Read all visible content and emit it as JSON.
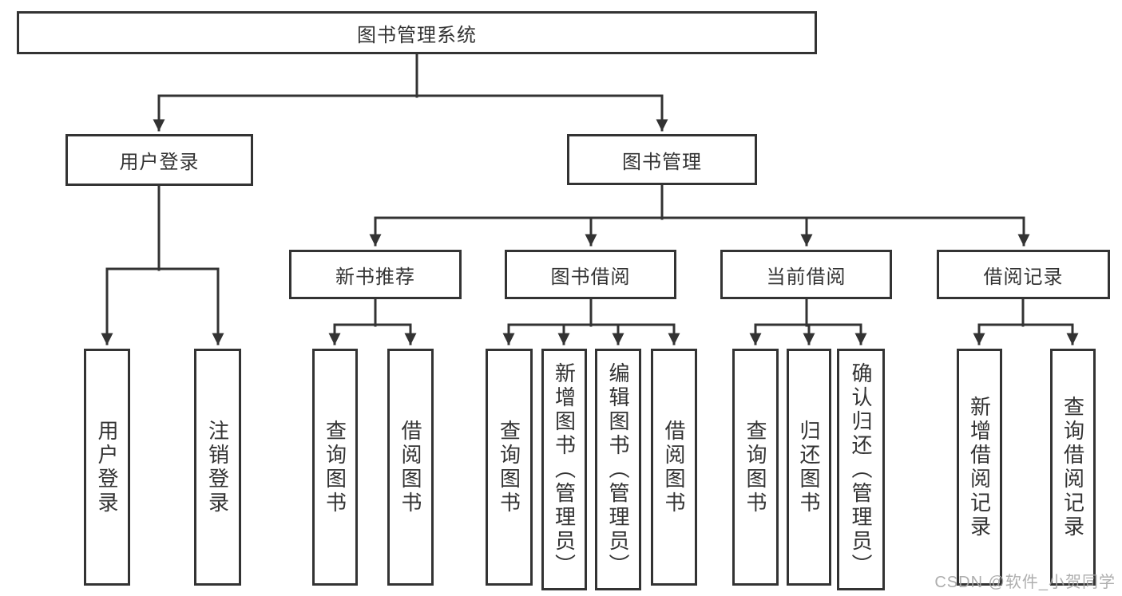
{
  "diagram": {
    "root": {
      "label": "图书管理系统"
    },
    "level2": {
      "user_login": {
        "label": "用户登录"
      },
      "book_management": {
        "label": "图书管理"
      }
    },
    "level3": {
      "new_book_recommendation": {
        "label": "新书推荐"
      },
      "book_borrowing": {
        "label": "图书借阅"
      },
      "current_borrowing": {
        "label": "当前借阅"
      },
      "borrowing_records": {
        "label": "借阅记录"
      }
    },
    "leaves": {
      "user_login": {
        "label": "用户登录"
      },
      "logout": {
        "label": "注销登录"
      },
      "rec_query_books": {
        "label": "查询图书"
      },
      "rec_borrow_books": {
        "label": "借阅图书"
      },
      "borrow_query_books": {
        "label": "查询图书"
      },
      "borrow_add_books_admin": {
        "label": "新增图书（管理员）"
      },
      "borrow_edit_books_admin": {
        "label": "编辑图书（管理员）"
      },
      "borrow_borrow_books": {
        "label": "借阅图书"
      },
      "current_query_books": {
        "label": "查询图书"
      },
      "current_return_books": {
        "label": "归还图书"
      },
      "current_confirm_return_admin": {
        "label": "确认归还（管理员）"
      },
      "records_add_borrow_record": {
        "label": "新增借阅记录"
      },
      "records_query_borrow_record": {
        "label": "查询借阅记录"
      }
    }
  },
  "watermark": {
    "text": "CSDN @软件_小贺同学"
  },
  "colors": {
    "line": "#333333",
    "text": "#333333",
    "background": "#ffffff",
    "watermark": "#a5a5a5"
  }
}
